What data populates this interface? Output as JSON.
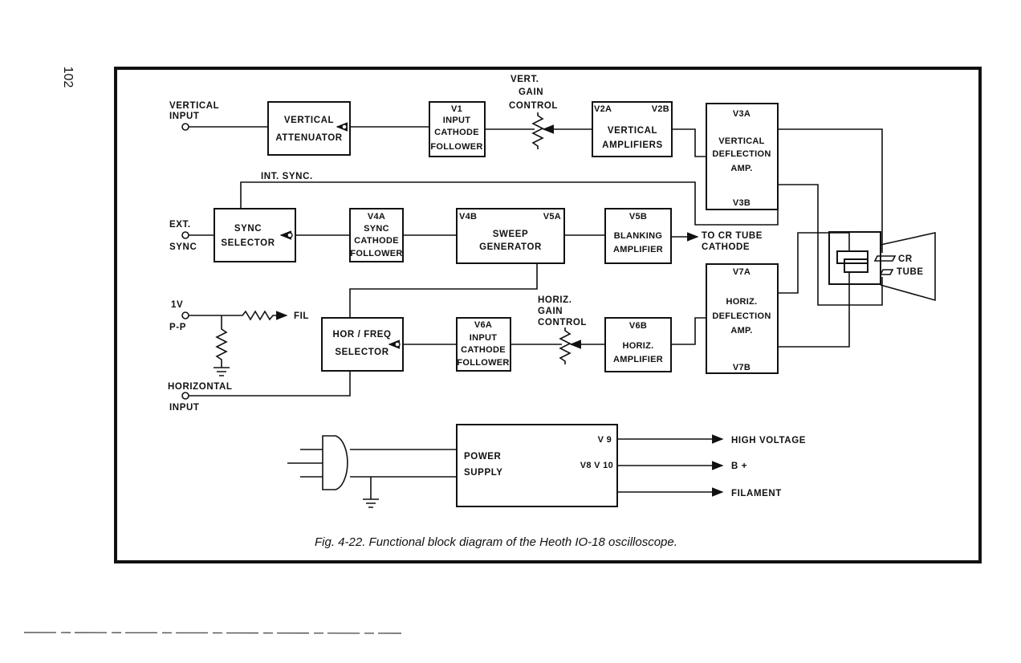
{
  "page_number": "102",
  "caption": "Fig. 4-22.  Functional block diagram of the Heoth IO-18 oscilloscope.",
  "inputs": {
    "vertical": [
      "VERTICAL",
      "INPUT"
    ],
    "ext_sync": [
      "EXT.",
      "SYNC"
    ],
    "one_vpp": [
      "1V",
      "P-P"
    ],
    "fil": "FIL",
    "horizontal": [
      "HORIZONTAL",
      "INPUT"
    ]
  },
  "blocks": {
    "vert_attenuator": [
      "VERTICAL",
      "ATTENUATOR"
    ],
    "v1": [
      "V1",
      "INPUT",
      "CATHODE",
      "FOLLOWER"
    ],
    "vert_gain": [
      "VERT.",
      "GAIN",
      "CONTROL"
    ],
    "v2": {
      "left": "V2A",
      "right": "V2B",
      "lines": [
        "VERTICAL",
        "AMPLIFIERS"
      ]
    },
    "v3": {
      "top": "V3A",
      "lines": [
        "VERTICAL",
        "DEFLECTION",
        "AMP."
      ],
      "bottom": "V3B"
    },
    "int_sync": "INT. SYNC.",
    "sync_selector": [
      "SYNC",
      "SELECTOR"
    ],
    "v4a": [
      "V4A",
      "SYNC",
      "CATHODE",
      "FOLLOWER"
    ],
    "sweep": {
      "left": "V4B",
      "right": "V5A",
      "lines": [
        "SWEEP",
        "GENERATOR"
      ]
    },
    "v5b": [
      "V5B",
      "BLANKING",
      "AMPLIFIER"
    ],
    "to_cr": [
      "TO CR TUBE",
      "CATHODE"
    ],
    "cr_tube": [
      "CR",
      "TUBE"
    ],
    "hor_freq": [
      "HOR / FREQ",
      "SELECTOR"
    ],
    "v6a": [
      "V6A",
      "INPUT",
      "CATHODE",
      "FOLLOWER"
    ],
    "horiz_gain": [
      "HORIZ.",
      "GAIN",
      "CONTROL"
    ],
    "v6b": [
      "V6B",
      "HORIZ.",
      "AMPLIFIER"
    ],
    "v7": {
      "top": "V7A",
      "lines": [
        "HORIZ.",
        "DEFLECTION",
        "AMP."
      ],
      "bottom": "V7B"
    },
    "power": {
      "lines": [
        "POWER",
        "SUPPLY"
      ],
      "v9": "V 9",
      "v8v10": "V8  V 10"
    }
  },
  "outputs": [
    "HIGH  VOLTAGE",
    "B +",
    "FILAMENT"
  ]
}
